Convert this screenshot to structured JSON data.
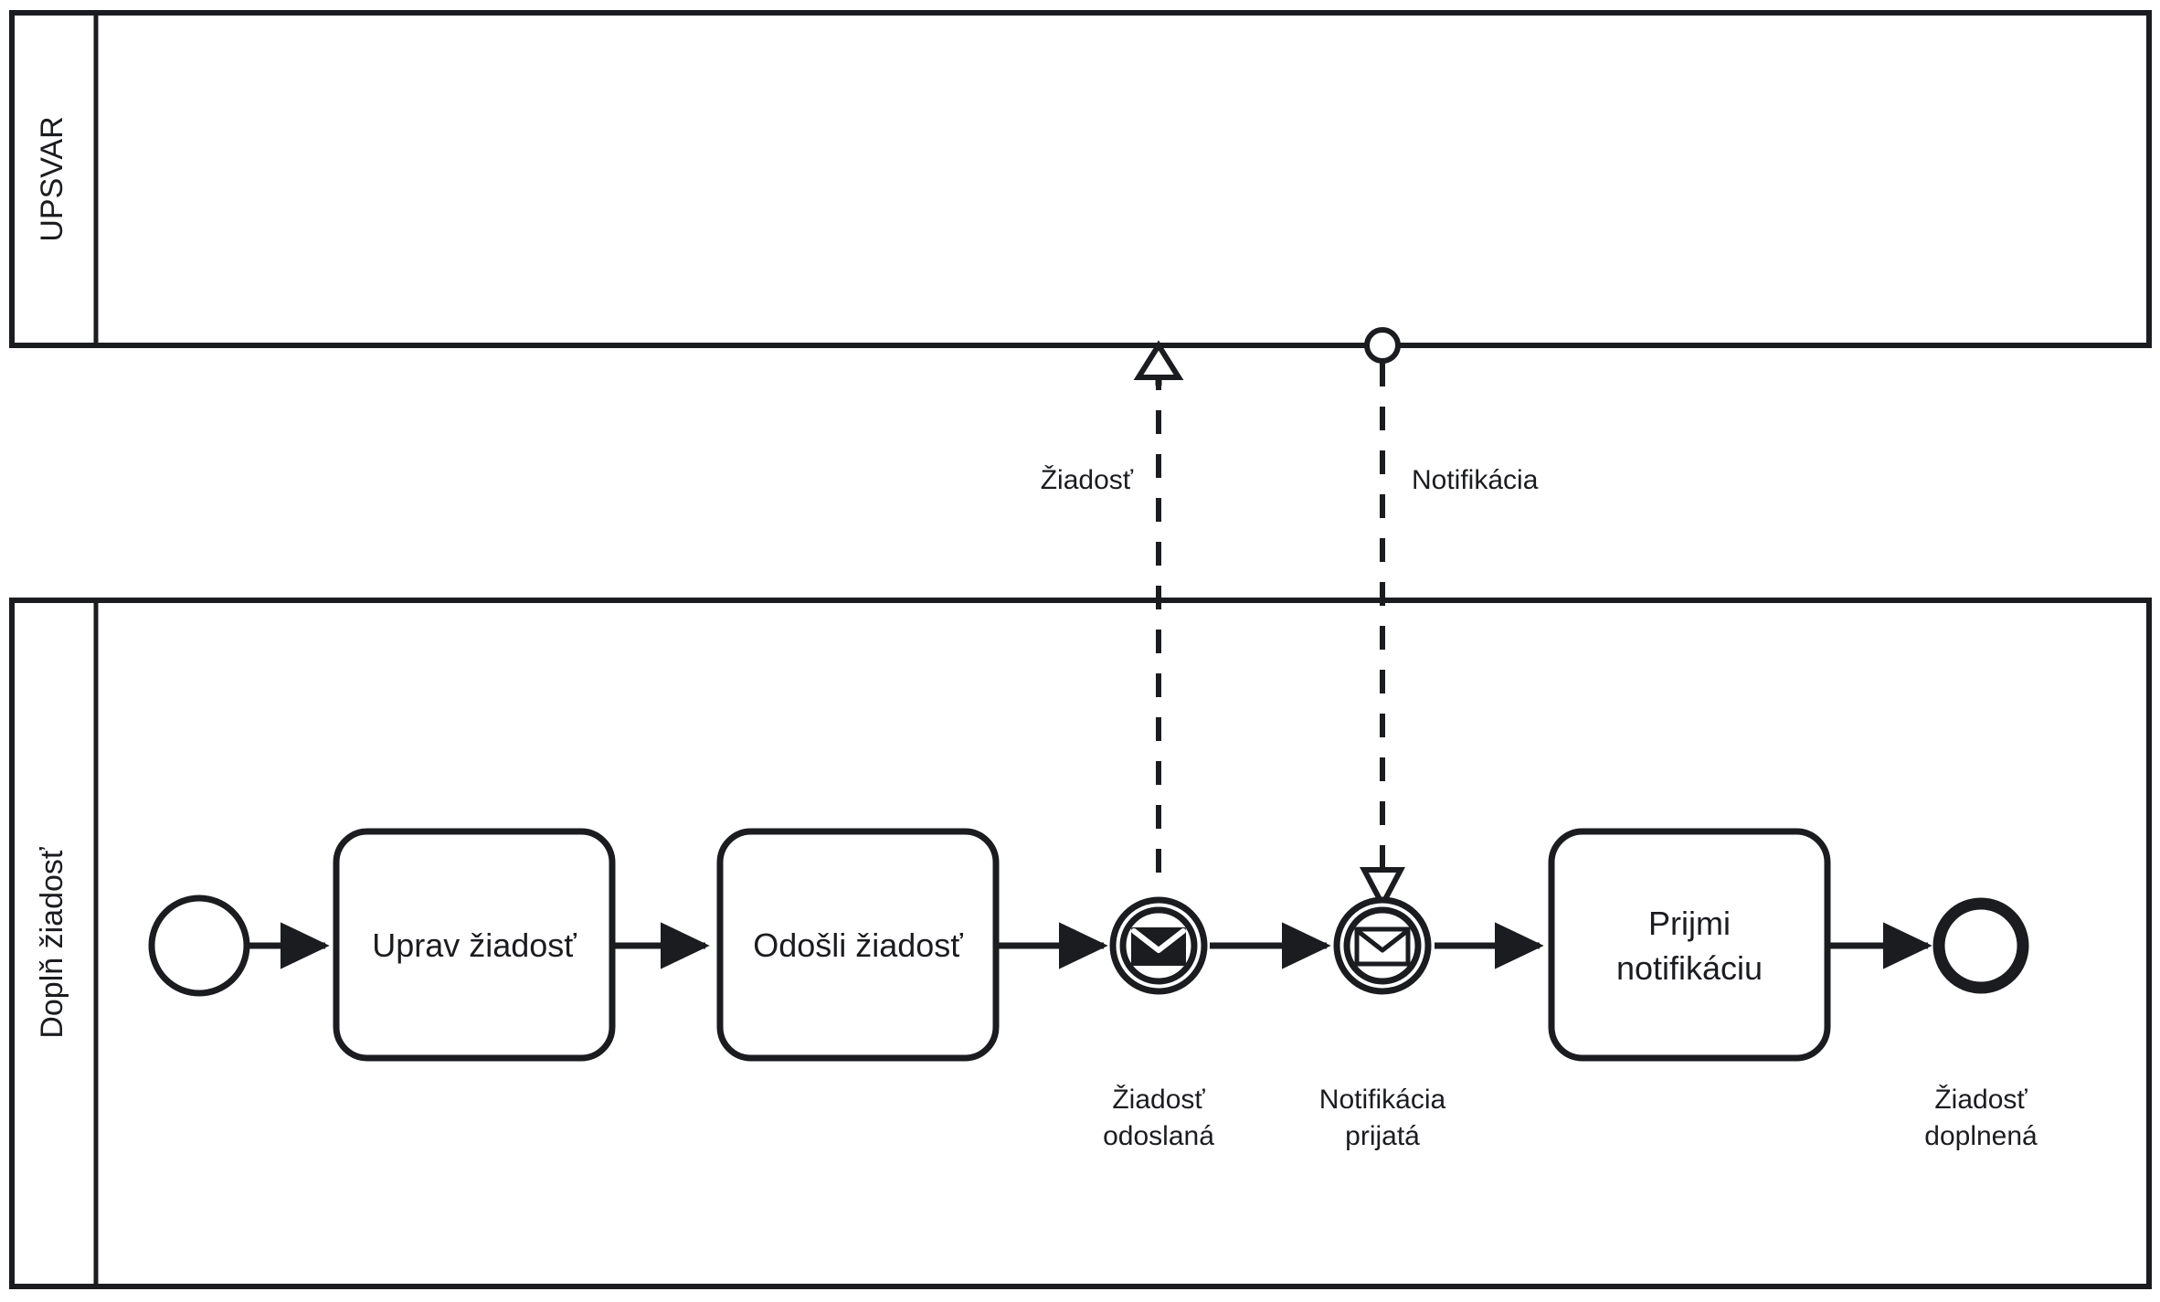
{
  "diagram": {
    "type": "bpmn-collaboration",
    "title": "Doplnenie ziadosti - BPMN",
    "stroke_color": "#1b1c20",
    "fill_color": "#ffffff",
    "background": "#ffffff"
  },
  "pools": [
    {
      "id": "pool-upsvar",
      "label": "UPSVAR",
      "label_orientation": "vertical",
      "elements_count": 0
    },
    {
      "id": "pool-doplnziadost",
      "label": "Doplň žiadosť",
      "label_orientation": "vertical",
      "elements_count": 7
    }
  ],
  "flow_nodes": [
    {
      "id": "start-event",
      "kind": "start-event",
      "label": "",
      "icon": "circle-thin-icon"
    },
    {
      "id": "task-uprav",
      "kind": "task",
      "label": "Uprav žiadosť",
      "icon": "rounded-rect-icon"
    },
    {
      "id": "task-odosli",
      "kind": "task",
      "label": "Odošli žiadosť",
      "icon": "rounded-rect-icon"
    },
    {
      "id": "event-ziadost-odoslana",
      "kind": "intermediate-throw-message-event",
      "label_line1": "Žiadosť",
      "label_line2": "odoslaná",
      "icon": "envelope-filled-icon"
    },
    {
      "id": "event-notifikacia-prijata",
      "kind": "intermediate-catch-message-event",
      "label_line1": "Notifikácia",
      "label_line2": "prijatá",
      "icon": "envelope-outline-icon"
    },
    {
      "id": "task-prijmi",
      "kind": "task",
      "label_line1": "Prijmi",
      "label_line2": "notifikáciu",
      "icon": "rounded-rect-icon"
    },
    {
      "id": "end-event",
      "kind": "end-event",
      "label_line1": "Žiadosť",
      "label_line2": "doplnená",
      "icon": "circle-thick-icon"
    }
  ],
  "message_flows": [
    {
      "id": "msg-ziadost",
      "label": "Žiadosť",
      "direction": "up",
      "source": "event-ziadost-odoslana",
      "target": "pool-upsvar",
      "head": "open-triangle-icon"
    },
    {
      "id": "msg-notifikacia",
      "label": "Notifikácia",
      "direction": "down",
      "source": "pool-upsvar",
      "target": "event-notifikacia-prijata",
      "head": "open-triangle-icon",
      "tail": "open-circle-icon"
    }
  ],
  "sequence_flows": [
    {
      "id": "sf-1",
      "from": "start-event",
      "to": "task-uprav"
    },
    {
      "id": "sf-2",
      "from": "task-uprav",
      "to": "task-odosli"
    },
    {
      "id": "sf-3",
      "from": "task-odosli",
      "to": "event-ziadost-odoslana"
    },
    {
      "id": "sf-4",
      "from": "event-ziadost-odoslana",
      "to": "event-notifikacia-prijata"
    },
    {
      "id": "sf-5",
      "from": "event-notifikacia-prijata",
      "to": "task-prijmi"
    },
    {
      "id": "sf-6",
      "from": "task-prijmi",
      "to": "end-event"
    }
  ]
}
